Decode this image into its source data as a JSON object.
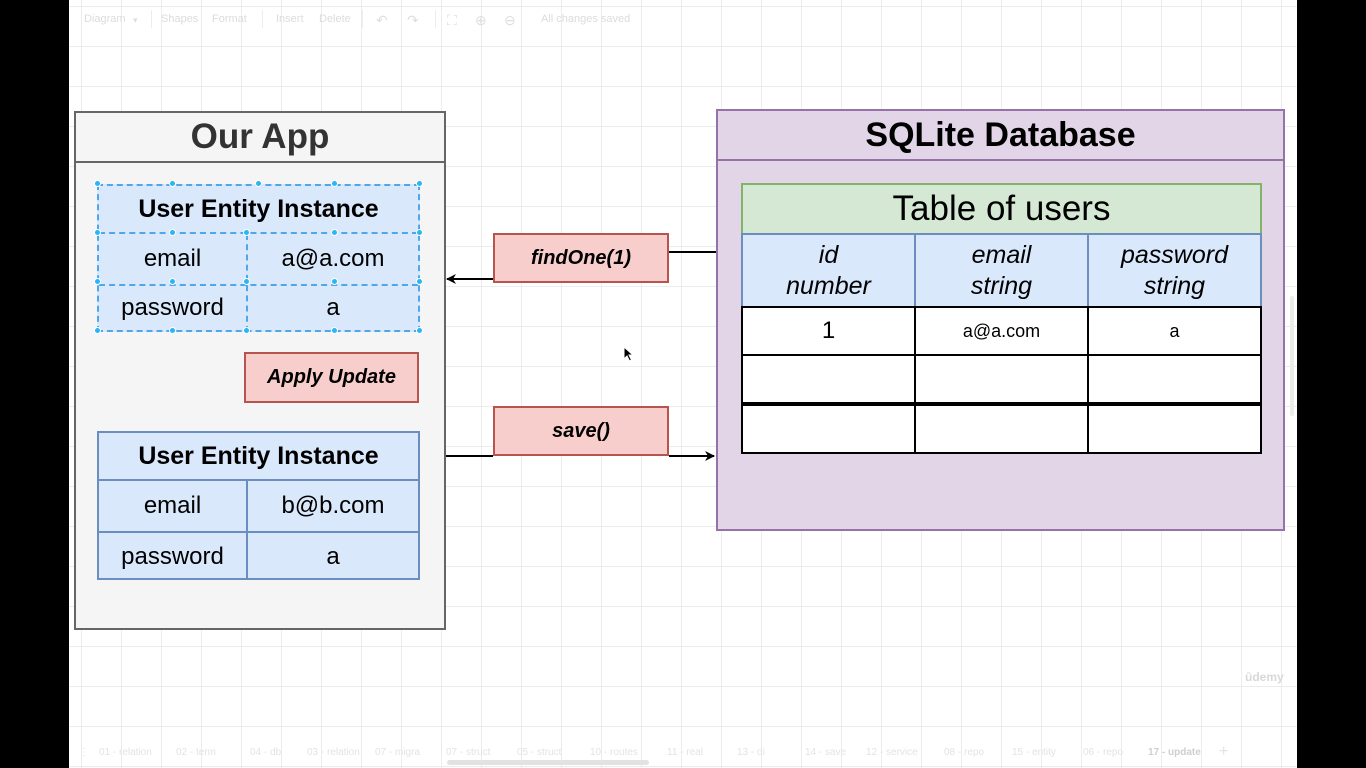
{
  "toolbar": {
    "items": [
      "Diagram",
      "Shapes",
      "Format",
      "Insert",
      "Delete"
    ],
    "status": "All changes saved"
  },
  "app": {
    "title": "Our App",
    "entity_before": {
      "title": "User Entity Instance",
      "rows": [
        {
          "field": "email",
          "value": "a@a.com"
        },
        {
          "field": "password",
          "value": "a"
        }
      ]
    },
    "entity_after": {
      "title": "User Entity Instance",
      "rows": [
        {
          "field": "email",
          "value": "b@b.com"
        },
        {
          "field": "password",
          "value": "a"
        }
      ]
    },
    "apply_label": "Apply Update"
  },
  "actions": {
    "find_label": "findOne(1)",
    "save_label": "save()"
  },
  "database": {
    "title": "SQLite Database",
    "table": {
      "title": "Table of users",
      "columns": [
        {
          "name": "id",
          "type": "number"
        },
        {
          "name": "email",
          "type": "string"
        },
        {
          "name": "password",
          "type": "string"
        }
      ],
      "rows": [
        [
          "1",
          "a@a.com",
          "a"
        ],
        [
          "",
          "",
          ""
        ],
        [
          "",
          "",
          ""
        ]
      ]
    }
  },
  "tabs": [
    "01 - relation",
    "02 - term",
    "04 - db",
    "03 - relation",
    "07 - migra",
    "07 - struct",
    "05 - struct",
    "10 - routes",
    "11 - real",
    "13 - di",
    "14 - save",
    "12 - service",
    "08 - repo",
    "15 - entity",
    "06 - repo",
    "17 - update"
  ],
  "active_tab": "17 - update",
  "watermark": "ūdemy"
}
